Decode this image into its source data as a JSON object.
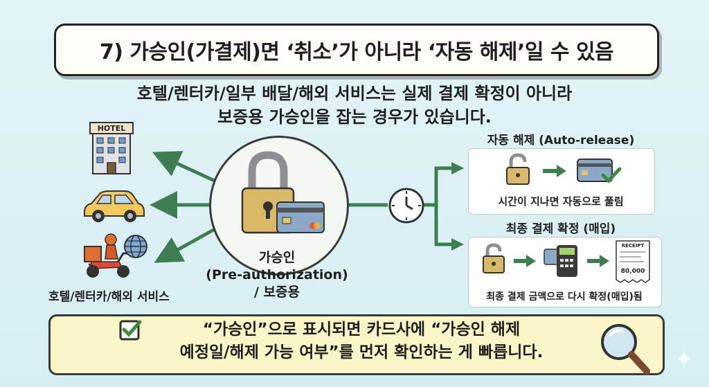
{
  "title": "7) 가승인(가결제)면 ‘취소’가 아니라 ‘자동 해제’일 수 있음",
  "subtitle": {
    "line1": "호텔/렌터카/일부 배달/해외 서비스는 실제 결제 확정이 아니라",
    "line2": "보증용 가승인을 잡는 경우가 있습니다."
  },
  "left": {
    "hotel_sign": "HOTEL",
    "label": "호텔/렌터카/해외 서비스"
  },
  "center": {
    "line1": "가승인",
    "line2": "(Pre-authorization)",
    "line3": "/ 보증용"
  },
  "auto_release": {
    "title": "자동 해제 (Auto-release)",
    "caption": "시간이 지나면 자동으로 풀림"
  },
  "final": {
    "title": "최종 결제 확정 (매입)",
    "caption": "최종 결제 금액으로 다시 확정(매입)됨",
    "receipt_header": "RECEIPT",
    "receipt_amount": "80,000"
  },
  "tip": {
    "line1": "“가승인”으로 표시되면 카드사에 “가승인 해제",
    "line2": "예정일/해제 가능 여부”를 먼저 확인하는 게 빠릅니다."
  },
  "colors": {
    "arrow_green": "#3f7d52",
    "lock_gold": "#d9b866",
    "card_blue": "#8aa9c9",
    "tip_yellow": "#fbf6c7"
  },
  "icons": [
    "hotel-icon",
    "car-icon",
    "delivery-scooter-icon",
    "globe-icon",
    "padlock-icon",
    "credit-card-icon",
    "clock-icon",
    "open-lock-icon",
    "check-icon",
    "card-terminal-icon",
    "receipt-icon",
    "magnifier-icon",
    "checkbox-icon"
  ]
}
